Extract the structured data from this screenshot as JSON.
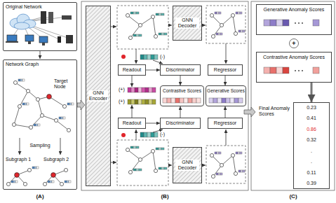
{
  "diagram": {
    "nodes": [
      {
        "text": [
          "Original Network"
        ]
      },
      {
        "text": [
          "Network Graph"
        ]
      },
      {
        "text": [
          "GNN Encoder"
        ]
      },
      {
        "text": [
          "GNN Decoder"
        ]
      },
      {
        "text": [
          "Readout"
        ]
      },
      {
        "text": [
          "Discriminator"
        ]
      },
      {
        "text": [
          "Regressor"
        ]
      },
      {
        "text": [
          "Contrastive Scores"
        ]
      },
      {
        "text": [
          "Generative Scores"
        ]
      },
      {
        "text": [
          "Readout"
        ]
      },
      {
        "text": [
          "Discriminator"
        ]
      },
      {
        "text": [
          "Regressor"
        ]
      },
      {
        "text": [
          "GNN Decoder"
        ]
      },
      {
        "text": [
          "Generative Anomaly Scores"
        ]
      },
      {
        "text": [
          "Contrastive Anomaly Scores"
        ]
      },
      {
        "text": [
          "Final Anomaly Scores",
          "0.23",
          "0.41",
          "0.86",
          "0.32",
          ".",
          ".",
          "0.11",
          "0.39"
        ]
      }
    ],
    "edges": [
      {
        "from": 4,
        "to": 5,
        "arrow": "to"
      },
      {
        "from": 9,
        "to": 10,
        "arrow": "to"
      },
      {
        "from": 5,
        "to": 7,
        "arrow": "to"
      },
      {
        "from": 10,
        "to": 7,
        "arrow": "to"
      },
      {
        "from": 6,
        "to": 8,
        "arrow": "to"
      },
      {
        "from": 11,
        "to": 8,
        "arrow": "to"
      },
      {
        "from": 14,
        "to": 15,
        "arrow": "to"
      }
    ],
    "labels": [
      "Target Node",
      "Sampling",
      "Subgraph 1",
      "Subgraph 2",
      "(-)",
      "(+)",
      "(+)",
      "(-)",
      "+",
      "(A)",
      "(B)",
      "(C)"
    ]
  }
}
